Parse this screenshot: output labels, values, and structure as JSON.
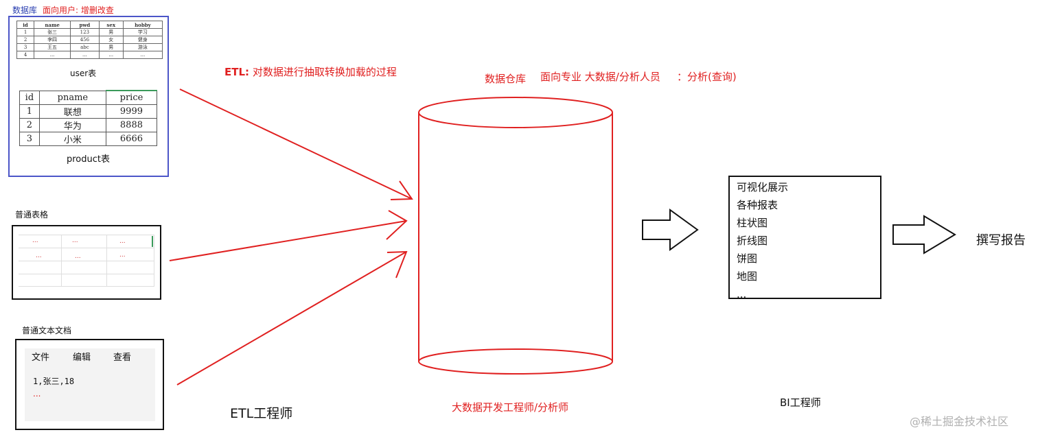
{
  "database": {
    "title": "数据库",
    "subtitle": "面向用户: 增删改查",
    "user_table": {
      "columns": [
        "id",
        "name",
        "pwd",
        "sex",
        "hobby"
      ],
      "rows": [
        [
          "1",
          "张三",
          "123",
          "男",
          "学习"
        ],
        [
          "2",
          "李四",
          "456",
          "女",
          "健身"
        ],
        [
          "3",
          "王五",
          "abc",
          "男",
          "游泳"
        ],
        [
          "4",
          "...",
          "...",
          "...",
          "..."
        ]
      ],
      "caption": "user表"
    },
    "product_table": {
      "columns": [
        "id",
        "pname",
        "price"
      ],
      "rows": [
        [
          "1",
          "联想",
          "9999"
        ],
        [
          "2",
          "华为",
          "8888"
        ],
        [
          "3",
          "小米",
          "6666"
        ]
      ],
      "caption": "product表"
    }
  },
  "spreadsheet": {
    "title": "普通表格",
    "cells": [
      "...",
      "...",
      "...",
      "...",
      "...",
      "..."
    ]
  },
  "text_doc": {
    "title": "普通文本文档",
    "menu": [
      "文件",
      "编辑",
      "查看"
    ],
    "line1": "1,张三,18",
    "line2": "..."
  },
  "etl": {
    "label_bold": "ETL:",
    "label_text": "对数据进行抽取转换加载的过程",
    "engineer": "ETL工程师"
  },
  "warehouse": {
    "title": "数据仓库",
    "audience": "面向专业 大数据/分析人员",
    "purpose": "：分析(查询)",
    "engineer": "大数据开发工程师/分析师"
  },
  "bi": {
    "items": [
      "可视化展示",
      "各种报表",
      "柱状图",
      "折线图",
      "饼图",
      "地图",
      "..."
    ],
    "engineer": "BI工程师"
  },
  "report": {
    "label": "撰写报告"
  },
  "watermark": "@稀土掘金技术社区",
  "colors": {
    "red": "#e02020",
    "blue": "#2a3fb0",
    "black": "#111111"
  }
}
